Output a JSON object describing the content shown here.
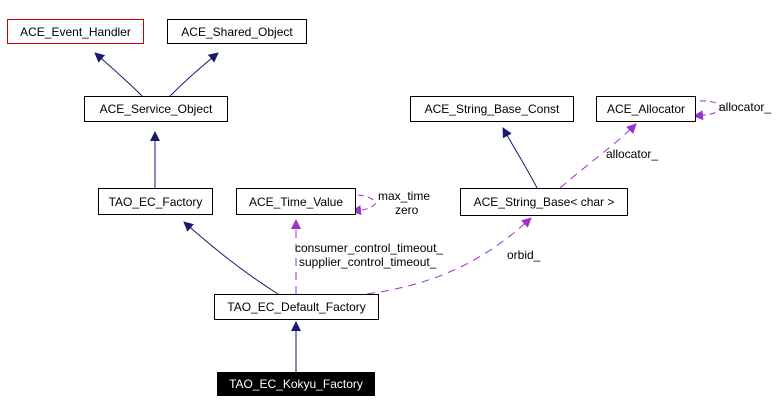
{
  "colors": {
    "inheritance": "#191970",
    "usage": "#9a32cd",
    "highlight_border": "#d00000"
  },
  "nodes": {
    "event_handler": "ACE_Event_Handler",
    "shared_object": "ACE_Shared_Object",
    "service_object": "ACE_Service_Object",
    "string_base_const": "ACE_String_Base_Const",
    "allocator": "ACE_Allocator",
    "ec_factory": "TAO_EC_Factory",
    "time_value": "ACE_Time_Value",
    "string_base_char": "ACE_String_Base< char >",
    "default_factory": "TAO_EC_Default_Factory",
    "kokyu_factory": "TAO_EC_Kokyu_Factory"
  },
  "edge_labels": {
    "allocator_self": "allocator_",
    "allocator_member": "allocator_",
    "max_time": "max_time",
    "zero": "zero",
    "consumer_timeout": "consumer_control_timeout_",
    "supplier_timeout": "supplier_control_timeout_",
    "orbid": "orbid_"
  }
}
